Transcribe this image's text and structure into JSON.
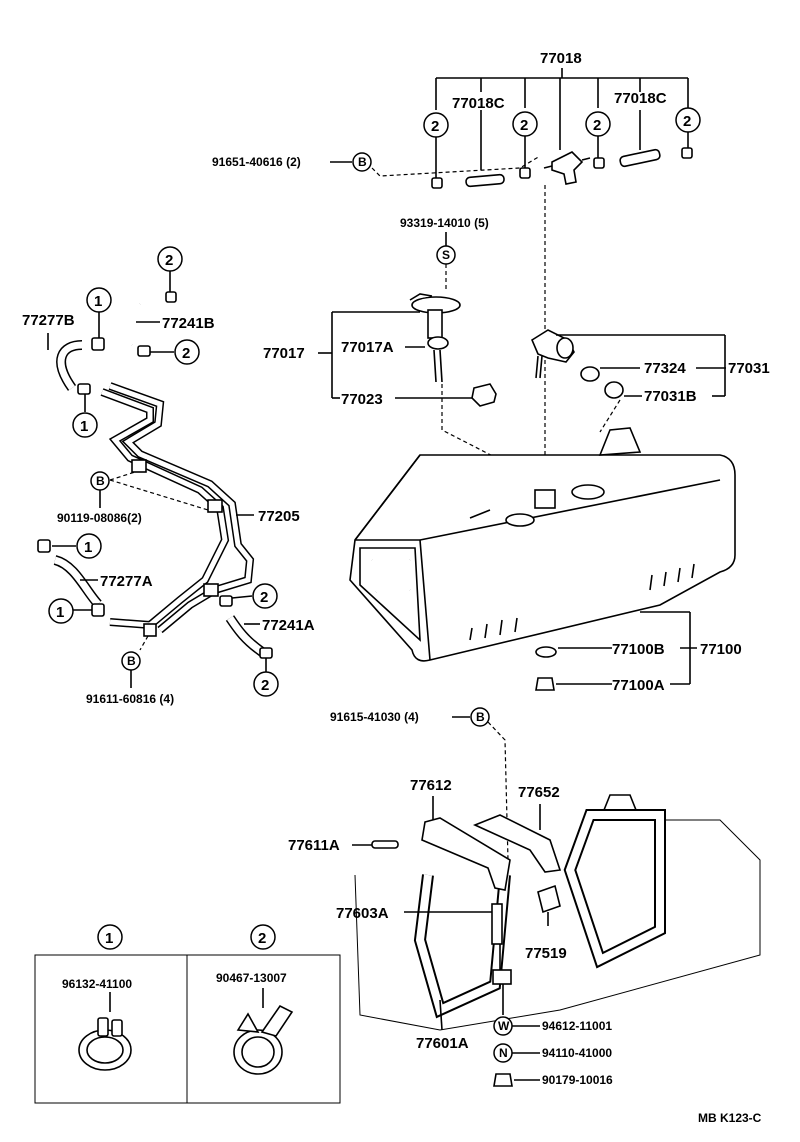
{
  "diagram_code": "MB  K123-C",
  "labels": {
    "p77018": "77018",
    "p77018C_left": "77018C",
    "p77018C_right": "77018C",
    "p91651": "91651-40616 (2)",
    "p93319": "93319-14010 (5)",
    "p77277B": "77277B",
    "p77241B": "77241B",
    "p77017": "77017",
    "p77017A": "77017A",
    "p77023": "77023",
    "p77324": "77324",
    "p77031": "77031",
    "p77031B": "77031B",
    "p90119": "90119-08086(2)",
    "p77205": "77205",
    "p77277A": "77277A",
    "p77241A": "77241A",
    "p91611": "91611-60816 (4)",
    "p77100B": "77100B",
    "p77100": "77100",
    "p77100A": "77100A",
    "p91615": "91615-41030 (4)",
    "p77612": "77612",
    "p77652": "77652",
    "p77611A": "77611A",
    "p77603A": "77603A",
    "p77519": "77519",
    "p77601A": "77601A",
    "p94612": "94612-11001",
    "p94110": "94110-41000",
    "p90179": "90179-10016",
    "inset1_part": "96132-41100",
    "inset2_part": "90467-13007"
  },
  "markers": {
    "one": "1",
    "two": "2",
    "B": "B",
    "S": "S",
    "W": "W",
    "N": "N"
  }
}
